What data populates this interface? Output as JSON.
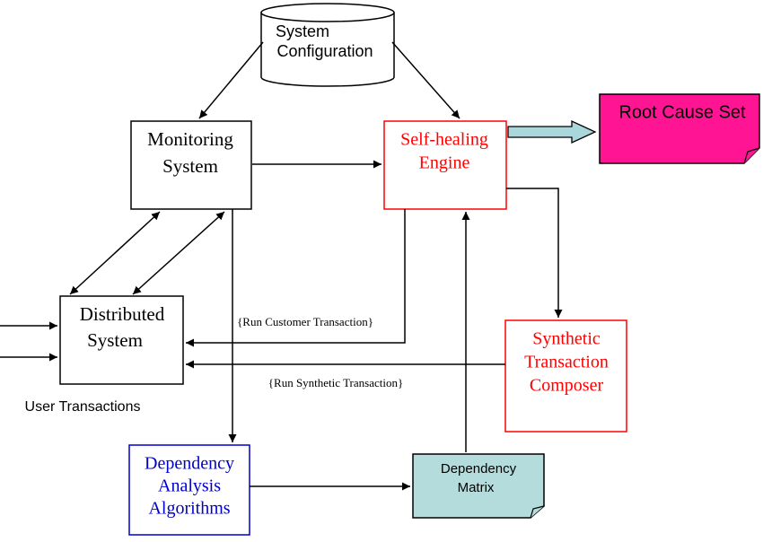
{
  "nodes": {
    "system_configuration": {
      "lines": [
        "System",
        "Configuration"
      ]
    },
    "monitoring_system": {
      "lines": [
        "Monitoring",
        "System"
      ]
    },
    "self_healing_engine": {
      "lines": [
        "Self-healing",
        "Engine"
      ]
    },
    "root_cause_set": {
      "lines": [
        "Root Cause Set"
      ]
    },
    "distributed_system": {
      "lines": [
        "Distributed",
        "System"
      ]
    },
    "synthetic_transaction_composer": {
      "lines": [
        "Synthetic",
        "Transaction",
        "Composer"
      ]
    },
    "dependency_analysis_algorithms": {
      "lines": [
        "Dependency",
        "Analysis",
        "Algorithms"
      ]
    },
    "dependency_matrix": {
      "lines": [
        "Dependency",
        "Matrix"
      ]
    }
  },
  "labels": {
    "run_customer_transaction": "{Run Customer Transaction}",
    "run_synthetic_transaction": "{Run Synthetic Transaction}",
    "user_transactions": "User Transactions"
  },
  "colors": {
    "black": "#000000",
    "red": "#ff0000",
    "blue": "#0000cc",
    "magenta": "#ff1493",
    "teal_fill": "#b4dcdc",
    "arrow_fill": "#aad7dc"
  }
}
